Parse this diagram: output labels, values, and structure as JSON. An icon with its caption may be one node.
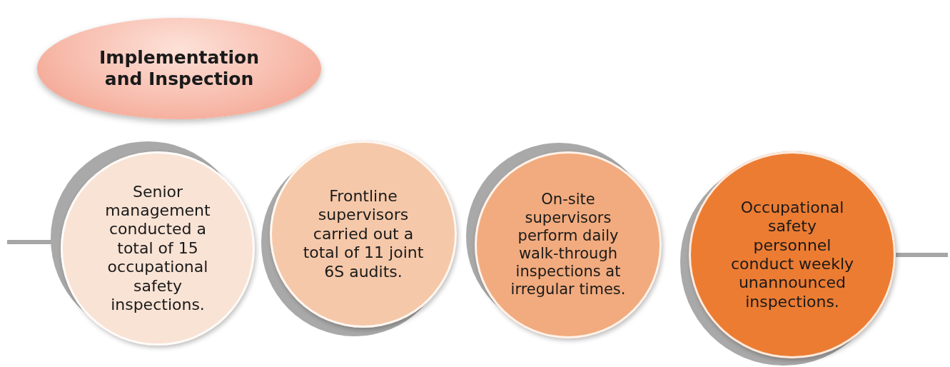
{
  "diagram": {
    "nodes": [
      {
        "text": [
          "Implementation and Inspection"
        ]
      },
      {
        "text": [
          "Senior management conducted a total of 15 occupational safety inspections."
        ]
      },
      {
        "text": [
          "Frontline supervisors carried out a total of 11 joint 6S audits."
        ]
      },
      {
        "text": [
          "On-site supervisors perform daily walk-through inspections at irregular times."
        ]
      },
      {
        "text": [
          "Occupational safety personnel conduct weekly unannounced inspections."
        ]
      }
    ],
    "edges": []
  }
}
